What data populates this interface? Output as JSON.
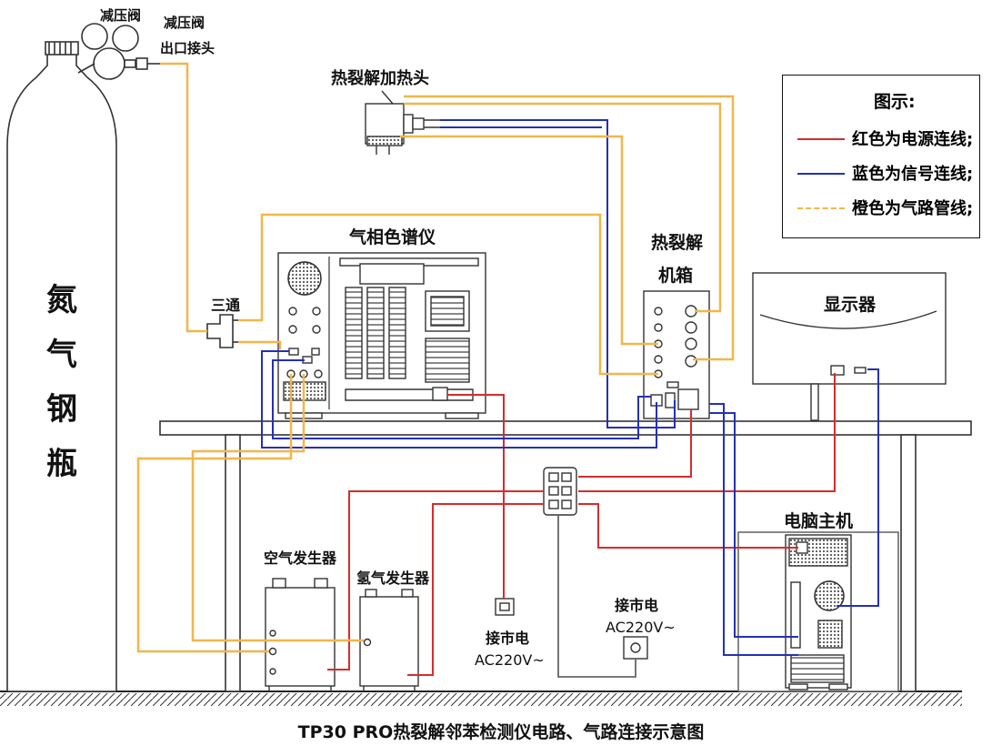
{
  "title": "TP30 PRO热裂解邻苯检测仪电路、气路连接示意图",
  "labels": {
    "nitrogen_cylinder": "氮气钢瓶",
    "pressure_valve": "减压阀",
    "valve_outlet": [
      "减压阀",
      "出口接头"
    ],
    "pyrolysis_head": "热裂解加热头",
    "tee": "三通",
    "gc": "气相色谱仪",
    "pyrolysis_box": [
      "热裂解",
      "机箱"
    ],
    "monitor": "显示器",
    "pc": "电脑主机",
    "air_gen": "空气发生器",
    "h2_gen": "氢气发生器",
    "mains_1": [
      "接市电",
      "AC220V~"
    ],
    "mains_2": [
      "接市电",
      "AC220V~"
    ]
  },
  "legend": {
    "title": "图示:",
    "items": [
      {
        "text": "红色为电源连线;",
        "color": "#d92b2b"
      },
      {
        "text": "蓝色为信号连线;",
        "color": "#2430b8"
      },
      {
        "text": "橙色为气路管线;",
        "color": "#f2b64a"
      }
    ]
  },
  "colors": {
    "power": "#d92b2b",
    "signal": "#2430b8",
    "gas": "#f2b64a",
    "outline": "#333333"
  }
}
